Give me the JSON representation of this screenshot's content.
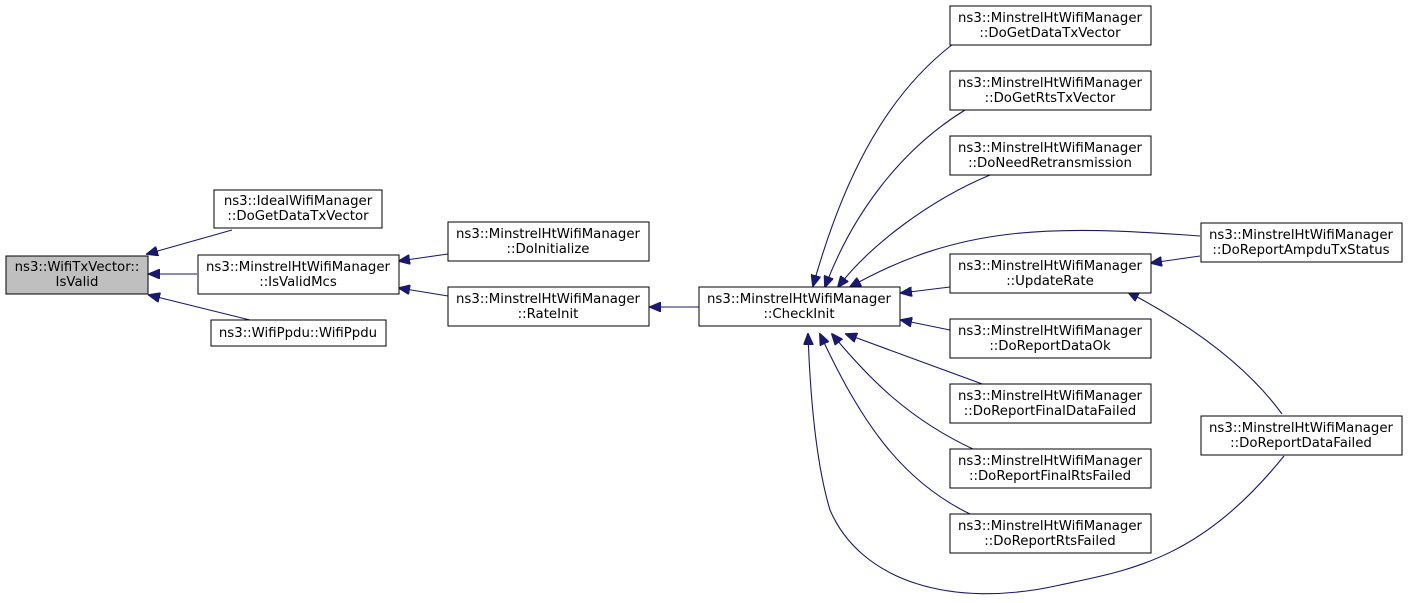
{
  "diagram": {
    "edge_color": "#191970",
    "root_fill": "#bfbfbf",
    "node_fill": "#ffffff",
    "nodes": {
      "root": {
        "line1": "ns3::WifiTxVector::",
        "line2": "IsValid"
      },
      "ideal": {
        "line1": "ns3::IdealWifiManager",
        "line2": "::DoGetDataTxVector"
      },
      "isvalidmcs": {
        "line1": "ns3::MinstrelHtWifiManager",
        "line2": "::IsValidMcs"
      },
      "wifippdu": {
        "line1": "ns3::WifiPpdu::WifiPpdu"
      },
      "doinit": {
        "line1": "ns3::MinstrelHtWifiManager",
        "line2": "::DoInitialize"
      },
      "rateinit": {
        "line1": "ns3::MinstrelHtWifiManager",
        "line2": "::RateInit"
      },
      "checkinit": {
        "line1": "ns3::MinstrelHtWifiManager",
        "line2": "::CheckInit"
      },
      "getdatatx": {
        "line1": "ns3::MinstrelHtWifiManager",
        "line2": "::DoGetDataTxVector"
      },
      "getrtstx": {
        "line1": "ns3::MinstrelHtWifiManager",
        "line2": "::DoGetRtsTxVector"
      },
      "needretx": {
        "line1": "ns3::MinstrelHtWifiManager",
        "line2": "::DoNeedRetransmission"
      },
      "updaterate": {
        "line1": "ns3::MinstrelHtWifiManager",
        "line2": "::UpdateRate"
      },
      "dataok": {
        "line1": "ns3::MinstrelHtWifiManager",
        "line2": "::DoReportDataOk"
      },
      "finaldata": {
        "line1": "ns3::MinstrelHtWifiManager",
        "line2": "::DoReportFinalDataFailed"
      },
      "finalrts": {
        "line1": "ns3::MinstrelHtWifiManager",
        "line2": "::DoReportFinalRtsFailed"
      },
      "rtsfailed": {
        "line1": "ns3::MinstrelHtWifiManager",
        "line2": "::DoReportRtsFailed"
      },
      "ampdu": {
        "line1": "ns3::MinstrelHtWifiManager",
        "line2": "::DoReportAmpduTxStatus"
      },
      "datafailed": {
        "line1": "ns3::MinstrelHtWifiManager",
        "line2": "::DoReportDataFailed"
      }
    }
  }
}
